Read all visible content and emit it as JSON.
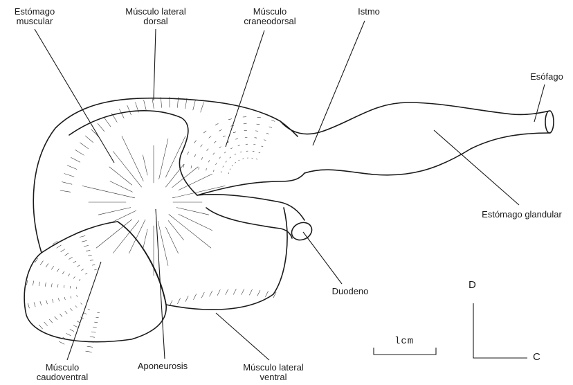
{
  "labels": {
    "estomago_muscular": [
      "Estómago",
      "muscular"
    ],
    "musculo_lateral_dorsal": [
      "Músculo lateral",
      "dorsal"
    ],
    "musculo_craneodorsal": [
      "Músculo",
      "craneodorsal"
    ],
    "istmo": "Istmo",
    "esofago": "Esófago",
    "estomago_glandular": "Estómago glandular",
    "duodeno": "Duodeno",
    "musculo_caudoventral": [
      "Músculo",
      "caudoventral"
    ],
    "aponeurosis": "Aponeurosis",
    "musculo_lateral_ventral": [
      "Músculo lateral",
      "ventral"
    ]
  },
  "scale_bar": {
    "label": "lcm"
  },
  "orientation": {
    "dorsal": "D",
    "caudal": "C"
  },
  "colors": {
    "ink": "#1a1a1a",
    "paper": "#ffffff"
  }
}
